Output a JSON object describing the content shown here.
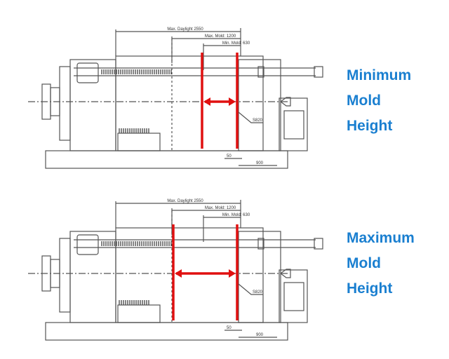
{
  "colors": {
    "accent": "#1a7fd0",
    "highlight": "#e01010",
    "line": "#555555"
  },
  "diagrams": [
    {
      "caption": [
        "Minimum",
        "Mold",
        "Height"
      ],
      "dims": {
        "daylight": "Max. Daylight 2550",
        "max_mold": "Max. Mold: 1200",
        "min_mold": "Min. Mold: 630",
        "stroke": "S820",
        "offset": "50",
        "width": "900"
      }
    },
    {
      "caption": [
        "Maximum",
        "Mold",
        "Height"
      ],
      "dims": {
        "daylight": "Max. Daylight 2550",
        "max_mold": "Max. Mold: 1200",
        "min_mold": "Min. Mold: 630",
        "stroke": "S820",
        "offset": "50",
        "width": "900"
      }
    }
  ]
}
